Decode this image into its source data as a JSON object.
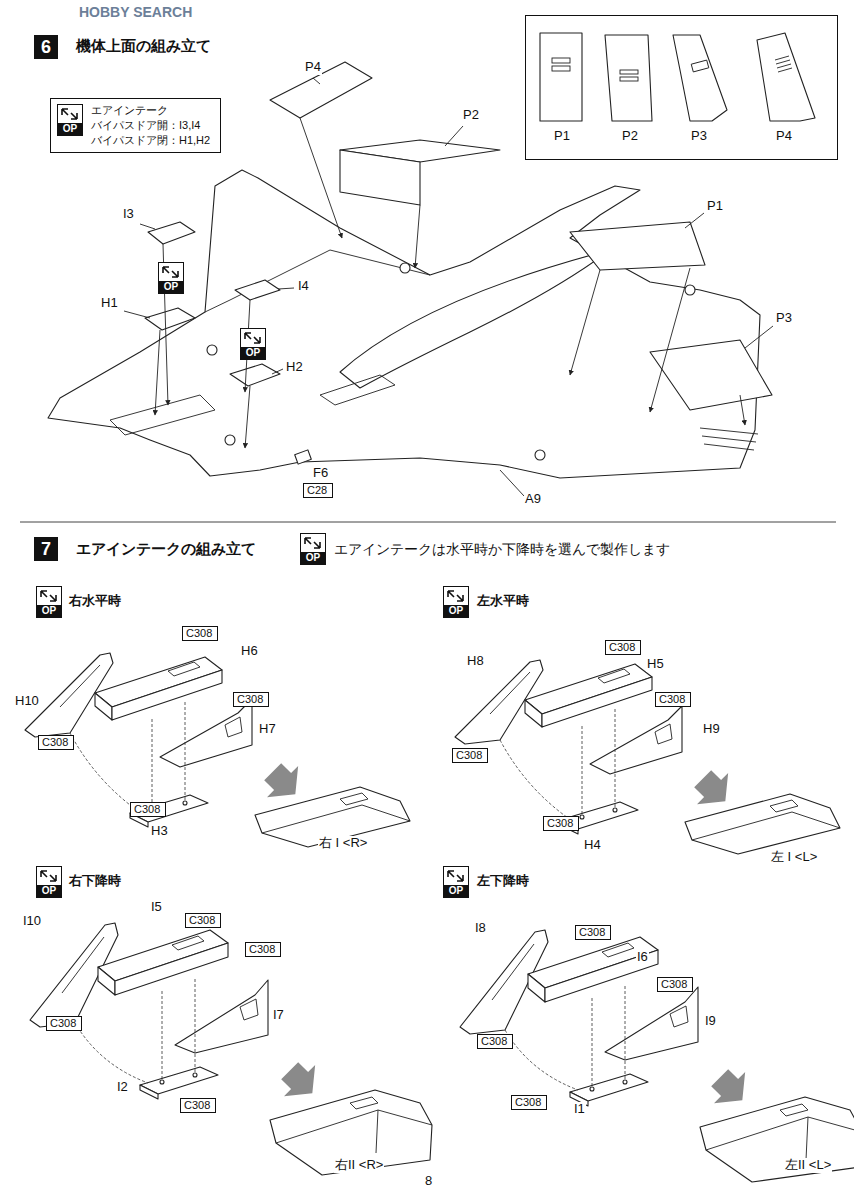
{
  "diagram": {
    "nodes": [
      {
        "text": [
          "6"
        ]
      },
      {
        "text": [
          "エアインテーク",
          "バイパスドア開：I3,I4",
          "バイパスドア閉：H1,H2"
        ]
      },
      {
        "text": [
          "OP"
        ],
        "in": 1
      },
      {
        "text": [
          "P1",
          "P2",
          "P3",
          "P4"
        ]
      },
      {
        "text": [
          "OP"
        ]
      },
      {
        "text": [
          "OP"
        ]
      },
      {
        "text": [
          "C28"
        ]
      },
      {
        "text": [
          "7"
        ]
      },
      {
        "text": [
          "OP"
        ]
      },
      {
        "text": [
          "OP"
        ]
      },
      {
        "text": [
          "OP"
        ]
      },
      {
        "text": [
          "OP"
        ]
      },
      {
        "text": [
          "OP"
        ]
      },
      {
        "text": [
          "C308"
        ]
      },
      {
        "text": [
          "C308"
        ]
      },
      {
        "text": [
          "C308"
        ]
      },
      {
        "text": [
          "C308"
        ]
      },
      {
        "text": [
          "C308"
        ]
      },
      {
        "text": [
          "C308"
        ]
      },
      {
        "text": [
          "C308"
        ]
      },
      {
        "text": [
          "C308"
        ]
      },
      {
        "text": [
          "C308"
        ]
      },
      {
        "text": [
          "C308"
        ]
      },
      {
        "text": [
          "C308"
        ]
      },
      {
        "text": [
          "C308"
        ]
      },
      {
        "text": [
          "C308"
        ]
      },
      {
        "text": [
          "C308"
        ]
      },
      {
        "text": [
          "C308"
        ]
      },
      {
        "text": [
          "C308"
        ]
      }
    ],
    "labels": [
      "HOBBY SEARCH",
      "機体上面の組み立て",
      "P4",
      "P2",
      "I3",
      "H1",
      "I4",
      "H2",
      "F6",
      "A9",
      "P1",
      "P3",
      "エアインテークの組み立て",
      "エアインテークは水平時か下降時を選んで製作します",
      "右水平時",
      "左水平時",
      "右下降時",
      "左下降時",
      "H6",
      "H10",
      "H7",
      "H3",
      "右 I <R>",
      "H8",
      "H5",
      "H9",
      "H4",
      "左 I <L>",
      "I10",
      "I5",
      "I7",
      "I2",
      "右II <R>",
      "I8",
      "I6",
      "I9",
      "I1",
      "左II <L>",
      "8"
    ]
  }
}
